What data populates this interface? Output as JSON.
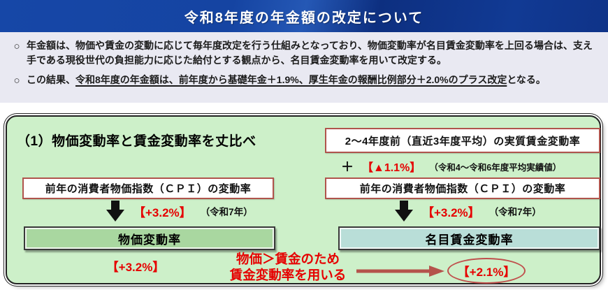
{
  "header": {
    "title": "令和8年度の年金額の改定について"
  },
  "bullets": {
    "marker": "○",
    "item1": "年金額は、物価や賃金の変動に応じて毎年度改定を行う仕組みとなっており、物価変動率が名目賃金変動率を上回る場合は、支え手である現役世代の負担能力に応じた給付とする観点から、名目賃金変動率を用いて改定する。",
    "item2_prefix": "この結果、",
    "item2_underline": "令和8年度の年金額は、前年度から基礎年金＋1.9%、厚生年金の報酬比例部分＋2.0%のプラス改定",
    "item2_suffix": "となる。"
  },
  "panel": {
    "title": "（1）物価変動率と賃金変動率を丈比べ",
    "left": {
      "cpi_label": "前年の消費者物価指数（ＣＰＩ）の変動率",
      "rate_value": "【+3.2%】",
      "rate_note": "（令和7年）",
      "result_label": "物価変動率",
      "result_value": "【+3.2%】"
    },
    "right": {
      "real_wage_label": "2～4年度前（直近3年度平均）の実質賃金変動率",
      "plus_sign": "＋",
      "real_wage_value": "【▲1.1%】",
      "real_wage_note": "（令和4～令和6年度平均実績値）",
      "cpi_label": "前年の消費者物価指数（ＣＰＩ）の変動率",
      "rate_value": "【+3.2%】",
      "rate_note": "（令和7年）",
      "result_label": "名目賃金変動率",
      "result_value": "【+2.1%】"
    },
    "conclusion": {
      "line1": "物価＞賃金のため",
      "line2": "賃金変動率を用いる"
    }
  },
  "colors": {
    "header_blue": "#1546a8",
    "header_blue_dark": "#0d2f80",
    "bullets_bg": "#e9e9f2",
    "panel_bg": "#cdf0c9",
    "box_border_red": "#b0544c",
    "accent_red": "#e60000",
    "dark_red_arrow": "#b5534c",
    "price_box_green": "#a9d7a0",
    "wage_box_teal": "#b9ded8"
  }
}
